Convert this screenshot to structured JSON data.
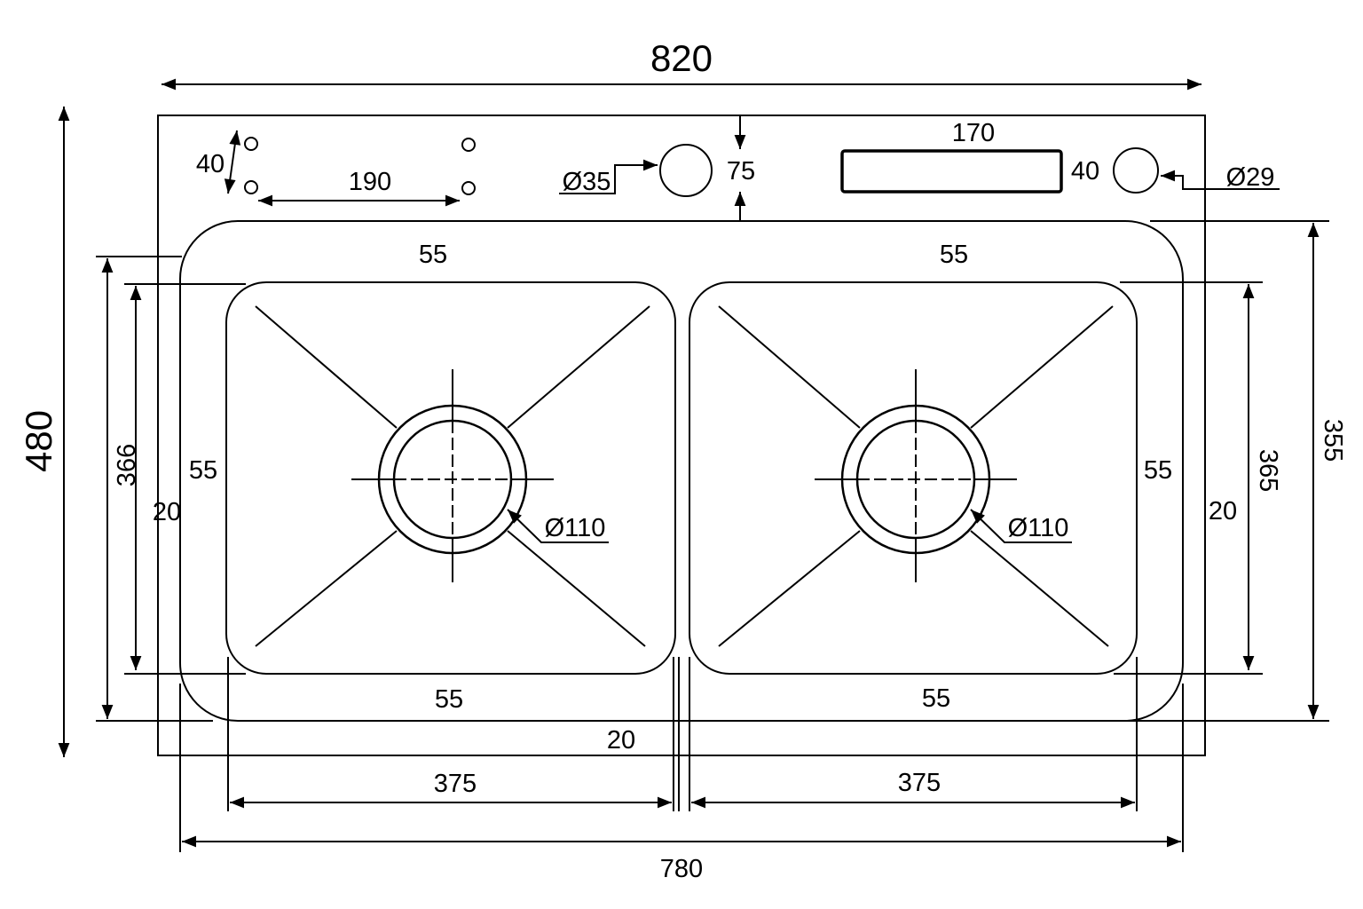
{
  "dimensions": {
    "overall_width": "820",
    "overall_height": "480",
    "inner_width": "780",
    "bowl_left_width": "375",
    "bowl_right_width": "375",
    "bowl_gap": "20",
    "left_outer_height": "366",
    "left_margin": "20",
    "left_bowl_side": "55",
    "right_bowl_side": "55",
    "right_margin": "20",
    "right_inner_height": "365",
    "right_outer_height": "355",
    "left_bowl_top": "55",
    "right_bowl_top": "55",
    "left_bowl_bottom": "55",
    "right_bowl_bottom": "55",
    "hole_spacing_vertical": "40",
    "hole_spacing_horizontal": "190",
    "faucet_hole": "Ø35",
    "deck_depth": "75",
    "slot_length": "170",
    "slot_width": "40",
    "side_hole": "Ø29",
    "left_drain": "Ø110",
    "right_drain": "Ø110"
  }
}
